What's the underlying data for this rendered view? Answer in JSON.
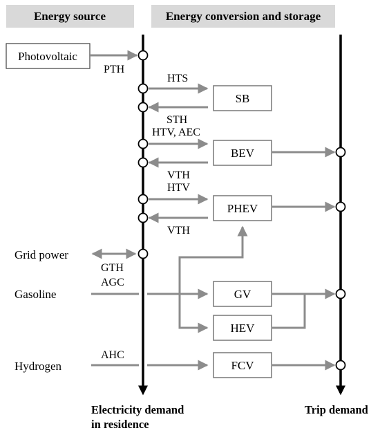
{
  "headers": {
    "energy_source": "Energy source",
    "conversion": "Energy conversion and storage"
  },
  "sources": {
    "photovoltaic": "Photovoltaic",
    "grid_power": "Grid power",
    "gasoline": "Gasoline",
    "hydrogen": "Hydrogen"
  },
  "flows": {
    "pth": "PTH",
    "hts": "HTS",
    "sth": "STH",
    "htv_aec": "HTV, AEC",
    "vth_1": "VTH",
    "htv": "HTV",
    "vth_2": "VTH",
    "gth": "GTH",
    "agc": "AGC",
    "ahc": "AHC"
  },
  "boxes": {
    "sb": "SB",
    "bev": "BEV",
    "phev": "PHEV",
    "gv": "GV",
    "hev": "HEV",
    "fcv": "FCV"
  },
  "footer": {
    "electricity_line1": "Electricity demand",
    "electricity_line2": "in residence",
    "trip": "Trip demand"
  },
  "colors": {
    "header_bg": "#d9d9d9",
    "arrow_gray": "#8c8c8c",
    "axis": "#000000"
  }
}
